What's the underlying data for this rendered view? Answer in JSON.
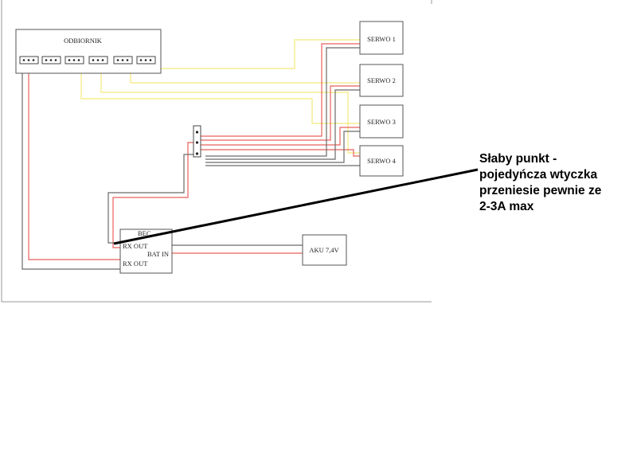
{
  "receiver": {
    "label": "ODBIORNIK"
  },
  "servos": [
    {
      "label": "SERWO 1"
    },
    {
      "label": "SERWO 2"
    },
    {
      "label": "SERWO 3"
    },
    {
      "label": "SERWO 4"
    }
  ],
  "bec": {
    "title": "BEC",
    "rx_out_top": "RX OUT",
    "bat_in": "BAT IN",
    "rx_out_bottom": "RX OUT"
  },
  "battery": {
    "label": "AKU 7,4V"
  },
  "annotation": {
    "lines": [
      "Słaby punkt -",
      "pojedyńcza wtyczka",
      "przeniesie pewnie ze",
      "2-3A max"
    ]
  },
  "colors": {
    "signal": "#f2ea7a",
    "power": "#e8605c",
    "ground": "#6a6a6a",
    "outline": "#555555",
    "pointer": "#000000"
  }
}
